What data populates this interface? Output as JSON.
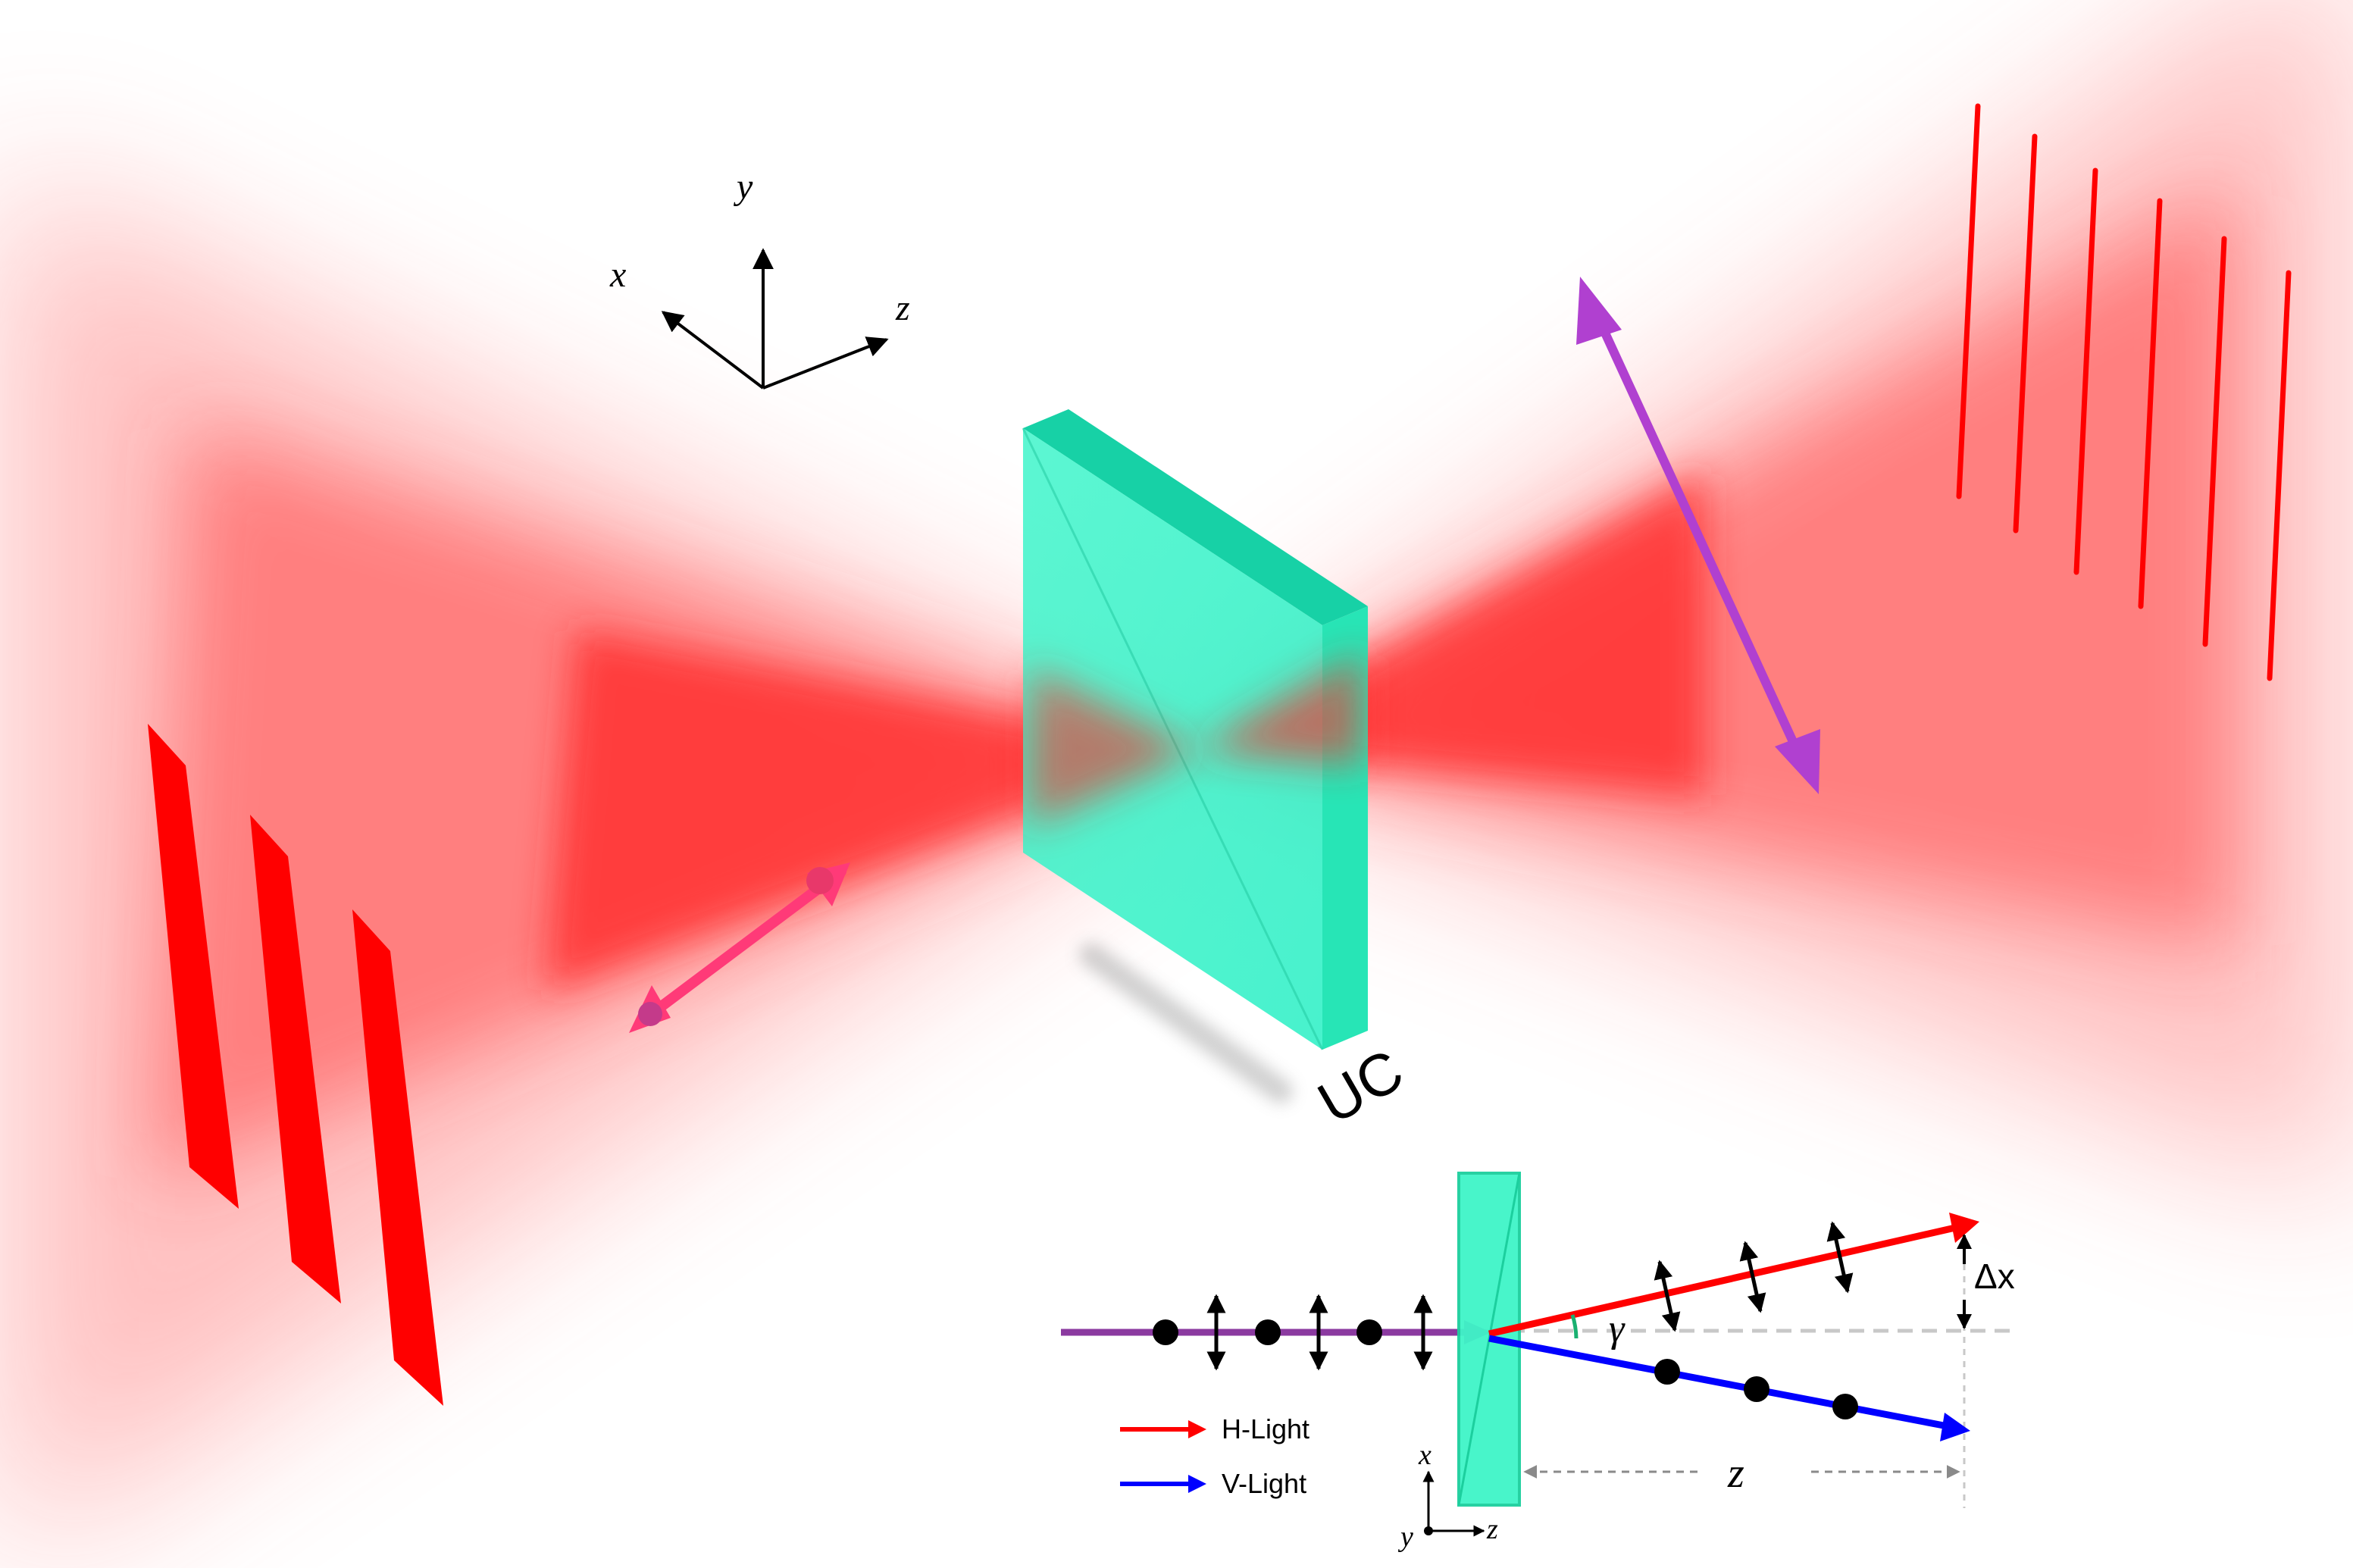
{
  "axes": {
    "x": "x",
    "y": "y",
    "z": "z"
  },
  "crystal_label": "UC",
  "inset": {
    "angle_label": "γ",
    "offset_label": "Δx",
    "distance_label": "z",
    "legend": [
      {
        "label": "H-Light",
        "color": "#ff0000"
      },
      {
        "label": "V-Light",
        "color": "#0000ff"
      }
    ],
    "mini_axes": {
      "x": "x",
      "y": "y",
      "z": "z"
    }
  },
  "colors": {
    "beam": "#ff2020",
    "crystal": "#2cf0c4",
    "crystal_dark": "#17c9a0",
    "incident_light": "#8b3aa0",
    "h_light": "#ff0000",
    "v_light": "#0000ff",
    "polarization_arrow_in": "#ff3a78",
    "polarization_arrow_out": "#b040d0"
  }
}
